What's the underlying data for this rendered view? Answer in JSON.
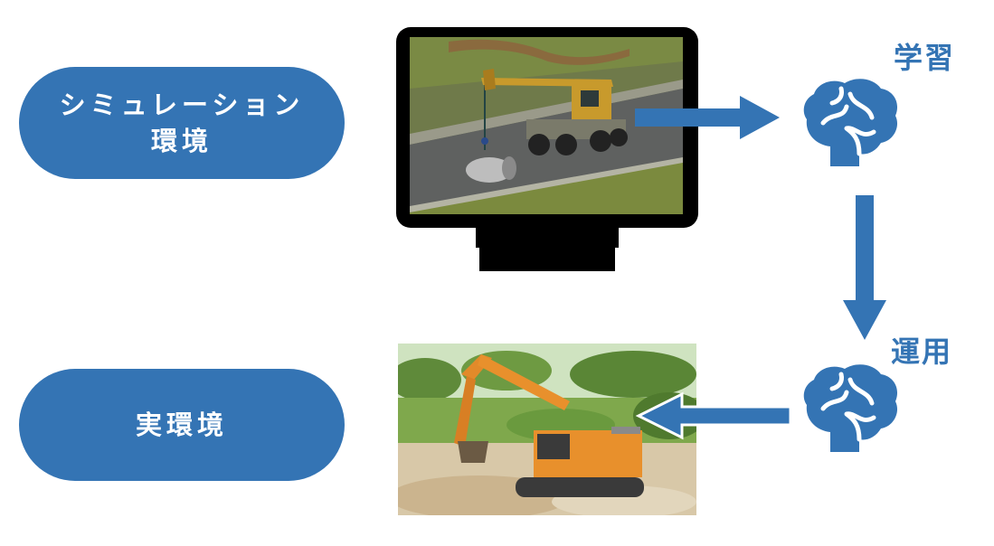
{
  "colors": {
    "accent": "#3474b4",
    "pill_text": "#ffffff",
    "monitor_frame": "#000000"
  },
  "left_labels": {
    "simulation_line1": "シミュレーション",
    "simulation_line2": "環境",
    "real": "実環境"
  },
  "stage_labels": {
    "learning": "学習",
    "deployment": "運用"
  },
  "icons": {
    "monitor": "monitor-icon",
    "brain": "brain-icon",
    "arrow": "arrow-icon"
  }
}
